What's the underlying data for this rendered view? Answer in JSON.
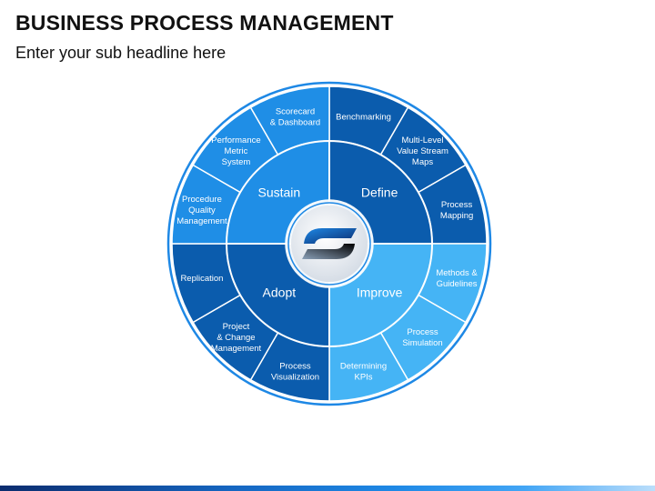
{
  "header": {
    "title": "BUSINESS PROCESS MANAGEMENT",
    "subtitle": "Enter your sub headline here"
  },
  "colors": {
    "dark": "#0b5cad",
    "mid": "#1f8ee6",
    "light": "#45b4f5",
    "stroke": "#ffffff"
  },
  "center_icon": "refresh-loop-icon",
  "quadrants": [
    {
      "id": "define",
      "label": "Define",
      "shade": "dark",
      "start": 0,
      "end": 90,
      "segments": [
        {
          "label": "Benchmarking",
          "shade": "dark"
        },
        {
          "label": "Multi-Level\nValue Stream\nMaps",
          "shade": "dark"
        },
        {
          "label": "Process\nMapping",
          "shade": "dark"
        }
      ]
    },
    {
      "id": "improve",
      "label": "Improve",
      "shade": "light",
      "start": 90,
      "end": 180,
      "segments": [
        {
          "label": "Methods &\nGuidelines",
          "shade": "light"
        },
        {
          "label": "Process\nSimulation",
          "shade": "light"
        },
        {
          "label": "Determining\nKPIs",
          "shade": "light"
        }
      ]
    },
    {
      "id": "adopt",
      "label": "Adopt",
      "shade": "dark",
      "start": 180,
      "end": 270,
      "segments": [
        {
          "label": "Process\nVisualization",
          "shade": "dark"
        },
        {
          "label": "Project\n& Change\nManagement",
          "shade": "dark"
        },
        {
          "label": "Replication",
          "shade": "dark"
        }
      ]
    },
    {
      "id": "sustain",
      "label": "Sustain",
      "shade": "mid",
      "start": 270,
      "end": 360,
      "segments": [
        {
          "label": "Procedure\nQuality\nManagement",
          "shade": "mid"
        },
        {
          "label": "Performance\nMetric\nSystem",
          "shade": "mid"
        },
        {
          "label": "Scorecard\n& Dashboard",
          "shade": "mid"
        }
      ]
    }
  ]
}
